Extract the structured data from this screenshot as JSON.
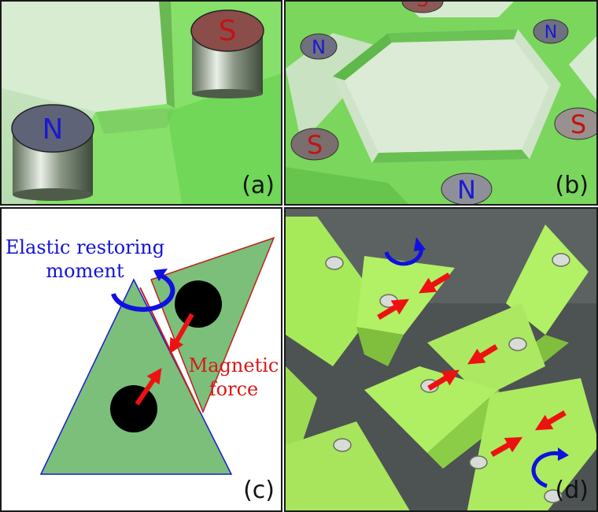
{
  "panels": {
    "a": {
      "label": "(a)",
      "magnets": [
        "N",
        "S"
      ]
    },
    "b": {
      "label": "(b)",
      "magnets": [
        "S",
        "N",
        "N",
        "S",
        "S",
        "N"
      ]
    },
    "c": {
      "label": "(c)",
      "elastic_label": "Elastic restoring\nmoment",
      "magnetic_label": "Magnetic\nforce"
    },
    "d": {
      "label": "(d)"
    }
  },
  "colors": {
    "foam_green": "#8fe86a",
    "triangle_fill": "#7bbf7b",
    "north_text": "#1a1ad0",
    "south_text": "#c01414",
    "force_arrow": "#ee1111",
    "moment_arrow": "#1010e0"
  }
}
